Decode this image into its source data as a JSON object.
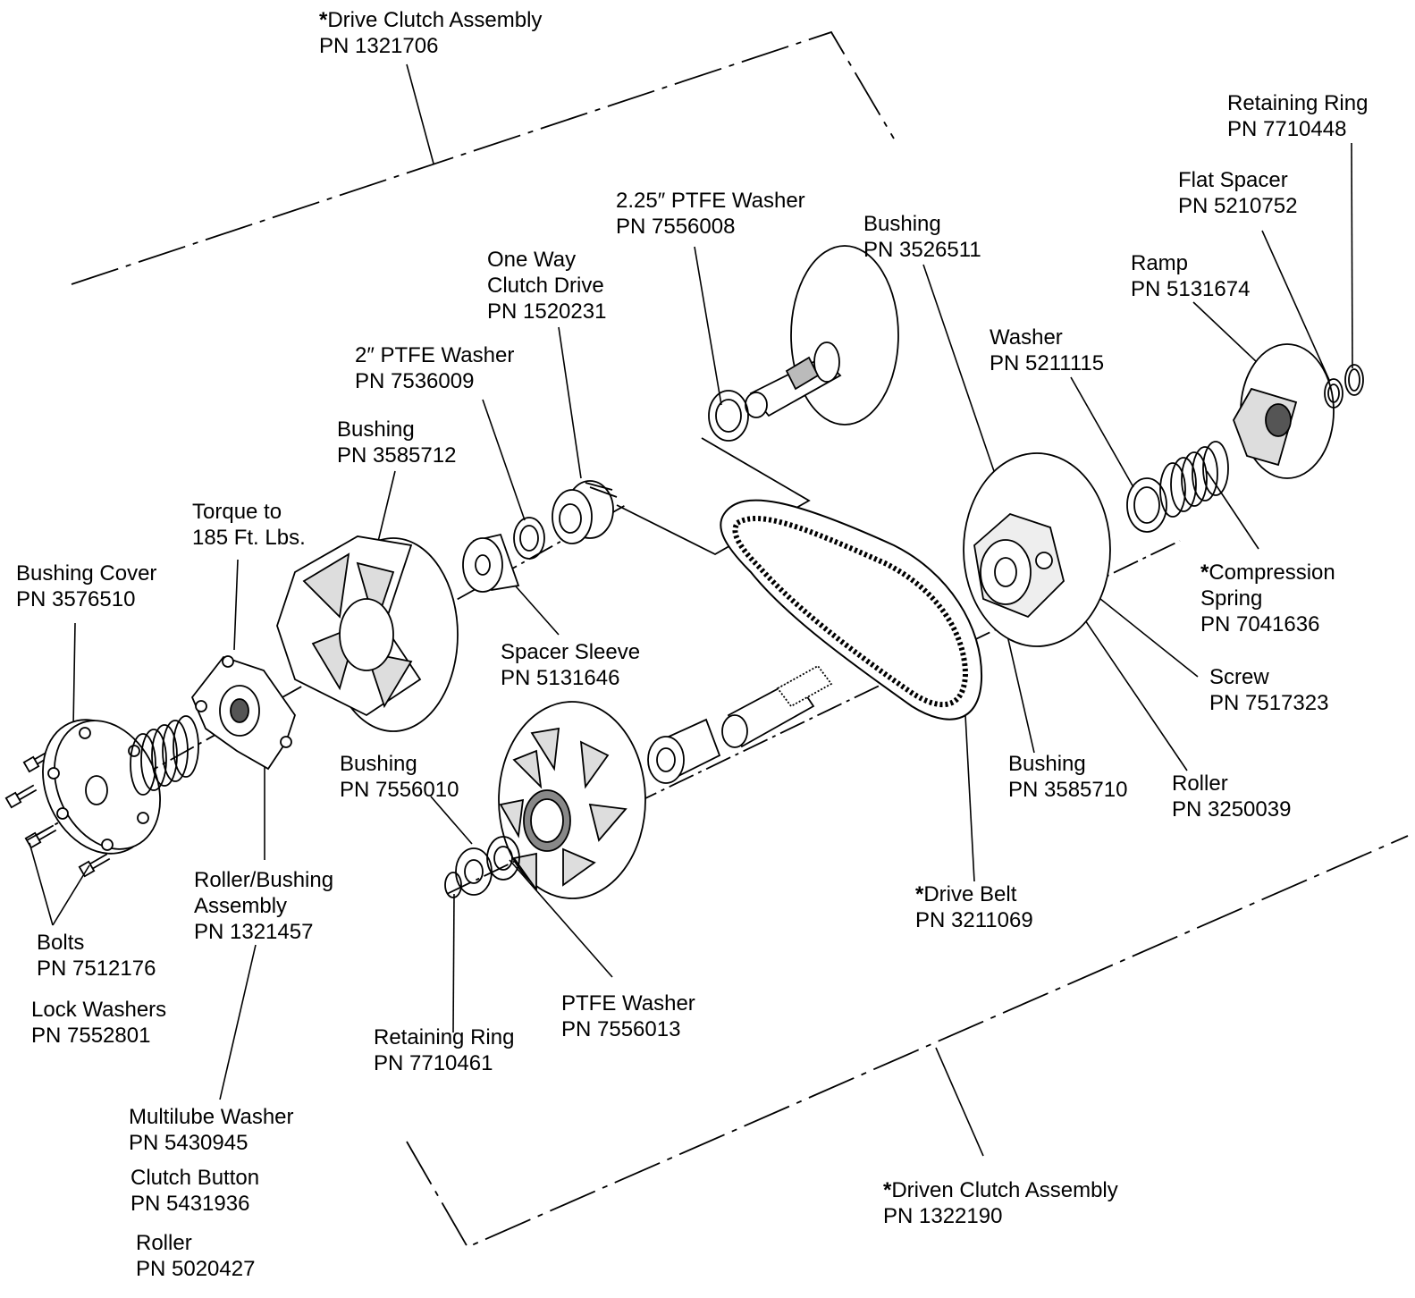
{
  "diagram": {
    "parts": [
      {
        "id": "drive-clutch-assembly",
        "star": "*",
        "line1": "Drive Clutch Assembly",
        "line2": "PN 1321706"
      },
      {
        "id": "retaining-ring-top",
        "line1": "Retaining Ring",
        "line2": "PN 7710448"
      },
      {
        "id": "flat-spacer",
        "line1": "Flat Spacer",
        "line2": "PN 5210752"
      },
      {
        "id": "ptfe-washer-225",
        "line1": "2.25″ PTFE Washer",
        "line2": "PN 7556008"
      },
      {
        "id": "bushing-3526511",
        "line1": "Bushing",
        "line2": "PN 3526511"
      },
      {
        "id": "ramp",
        "line1": "Ramp",
        "line2": "PN 5131674"
      },
      {
        "id": "one-way-clutch-drive",
        "line1": "One Way",
        "line2": "Clutch Drive",
        "line3": "PN 1520231"
      },
      {
        "id": "washer-5211115",
        "line1": "Washer",
        "line2": "PN 5211115"
      },
      {
        "id": "ptfe-washer-2",
        "line1": "2″ PTFE Washer",
        "line2": "PN 7536009"
      },
      {
        "id": "bushing-3585712",
        "line1": "Bushing",
        "line2": "PN 3585712"
      },
      {
        "id": "torque-note",
        "line1": "Torque to",
        "line2": "185 Ft. Lbs."
      },
      {
        "id": "bushing-cover",
        "line1": "Bushing Cover",
        "line2": "PN 3576510"
      },
      {
        "id": "compression-spring",
        "star": "*",
        "line1": "Compression",
        "line2": "Spring",
        "line3": "PN 7041636"
      },
      {
        "id": "spacer-sleeve",
        "line1": "Spacer Sleeve",
        "line2": "PN 5131646"
      },
      {
        "id": "screw",
        "line1": "Screw",
        "line2": "PN 7517323"
      },
      {
        "id": "bushing-7556010",
        "line1": "Bushing",
        "line2": "PN 7556010"
      },
      {
        "id": "bushing-3585710",
        "line1": "Bushing",
        "line2": "PN 3585710"
      },
      {
        "id": "roller-3250039",
        "line1": "Roller",
        "line2": "PN 3250039"
      },
      {
        "id": "roller-bushing-assembly",
        "line1": "Roller/Bushing",
        "line2": "Assembly",
        "line3": "PN 1321457"
      },
      {
        "id": "drive-belt",
        "star": "*",
        "line1": "Drive Belt",
        "line2": "PN 3211069"
      },
      {
        "id": "bolts",
        "line1": "Bolts",
        "line2": "PN 7512176"
      },
      {
        "id": "ptfe-washer-7556013",
        "line1": "PTFE Washer",
        "line2": "PN 7556013"
      },
      {
        "id": "lock-washers",
        "line1": "Lock Washers",
        "line2": "PN 7552801"
      },
      {
        "id": "retaining-ring-bottom",
        "line1": "Retaining Ring",
        "line2": "PN 7710461"
      },
      {
        "id": "multilube-washer",
        "line1": "Multilube Washer",
        "line2": "PN 5430945"
      },
      {
        "id": "clutch-button",
        "line1": "Clutch Button",
        "line2": "PN 5431936"
      },
      {
        "id": "roller-5020427",
        "line1": "Roller",
        "line2": "PN 5020427"
      },
      {
        "id": "driven-clutch-assembly",
        "star": "*",
        "line1": "Driven Clutch Assembly",
        "line2": "PN 1322190"
      }
    ]
  }
}
